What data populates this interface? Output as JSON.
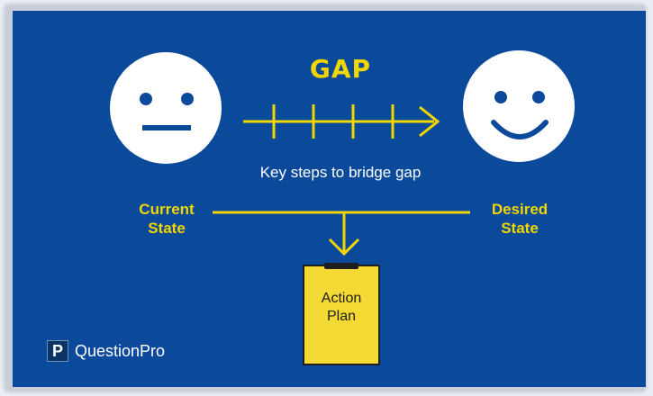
{
  "diagram": {
    "title": "GAP",
    "steps_caption": "Key steps to bridge gap",
    "current_state": {
      "label": "Current\nState",
      "face": "neutral-face-icon"
    },
    "desired_state": {
      "label": "Desired\nState",
      "face": "smiley-face-icon"
    },
    "action_plan": {
      "label": "Action\nPlan"
    }
  },
  "brand": {
    "mark": "P",
    "name": "QuestionPro"
  },
  "colors": {
    "background": "#0b4a9a",
    "accent_yellow": "#f2d600",
    "action_plan_fill": "#f5d935",
    "face_white": "#ffffff",
    "face_features": "#0b4a9a"
  }
}
